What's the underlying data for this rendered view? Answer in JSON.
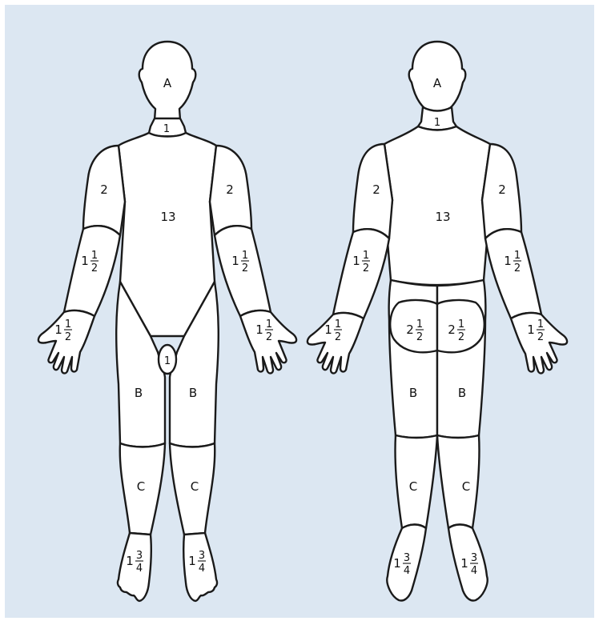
{
  "colors": {
    "panel_background": "#dce7f2",
    "outline": "#1a1a1a",
    "body_fill": "#ffffff"
  },
  "front_view": {
    "head": "A",
    "neck": "1",
    "trunk": "13",
    "right_upper_arm": "2",
    "left_upper_arm": "2",
    "right_forearm": {
      "whole": "1",
      "num": "1",
      "den": "2"
    },
    "left_forearm": {
      "whole": "1",
      "num": "1",
      "den": "2"
    },
    "right_hand": {
      "whole": "1",
      "num": "1",
      "den": "2"
    },
    "left_hand": {
      "whole": "1",
      "num": "1",
      "den": "2"
    },
    "genitals": "1",
    "right_thigh": "B",
    "left_thigh": "B",
    "right_lower_leg": "C",
    "left_lower_leg": "C",
    "right_foot": {
      "whole": "1",
      "num": "3",
      "den": "4"
    },
    "left_foot": {
      "whole": "1",
      "num": "3",
      "den": "4"
    }
  },
  "back_view": {
    "head": "A",
    "neck": "1",
    "trunk": "13",
    "right_upper_arm": "2",
    "left_upper_arm": "2",
    "right_forearm": {
      "whole": "1",
      "num": "1",
      "den": "2"
    },
    "left_forearm": {
      "whole": "1",
      "num": "1",
      "den": "2"
    },
    "right_hand": {
      "whole": "1",
      "num": "1",
      "den": "2"
    },
    "left_hand": {
      "whole": "1",
      "num": "1",
      "den": "2"
    },
    "right_buttock": {
      "whole": "2",
      "num": "1",
      "den": "2"
    },
    "left_buttock": {
      "whole": "2",
      "num": "1",
      "den": "2"
    },
    "right_thigh": "B",
    "left_thigh": "B",
    "right_lower_leg": "C",
    "left_lower_leg": "C",
    "right_foot": {
      "whole": "1",
      "num": "3",
      "den": "4"
    },
    "left_foot": {
      "whole": "1",
      "num": "3",
      "den": "4"
    }
  }
}
